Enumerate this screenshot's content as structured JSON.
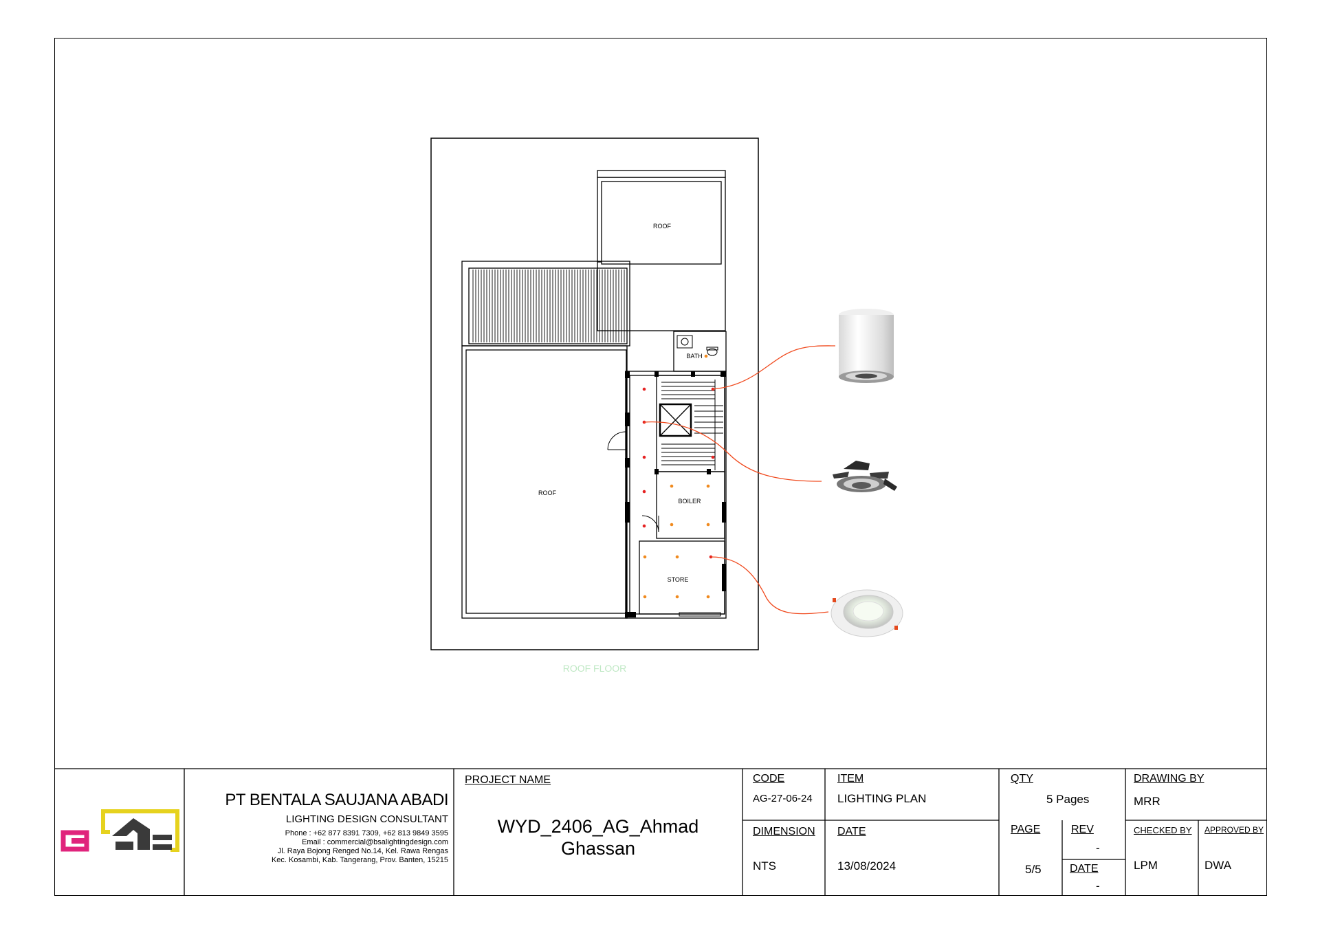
{
  "plan": {
    "caption": "ROOF FLOOR",
    "rooms": {
      "roof_top": "ROOF",
      "roof_main": "ROOF",
      "bath": "BATH",
      "boiler": "BOILER",
      "store": "STORE"
    }
  },
  "colors": {
    "line": "#000000",
    "leader": "#f04a1e",
    "fixture_dot_red": "#e52222",
    "fixture_dot_orange": "#f08a1e",
    "caption": "#bfe8c4",
    "logo_magenta": "#e0247c",
    "logo_yellow": "#e6d21e",
    "logo_dark": "#3a3a3a"
  },
  "company": {
    "name": "PT BENTALA SAUJANA ABADI",
    "subtitle": "LIGHTING DESIGN CONSULTANT",
    "phone": "Phone : +62 877 8391 7309, +62 813 9849 3595",
    "email": "Email : commercial@bsalightingdesign.com",
    "address1": "Jl. Raya Bojong Renged No.14, Kel. Rawa Rengas",
    "address2": "Kec. Kosambi, Kab. Tangerang, Prov. Banten, 15215"
  },
  "title_block": {
    "project_label": "PROJECT NAME",
    "project_name_line1": "WYD_2406_AG_Ahmad",
    "project_name_line2": "Ghassan",
    "code_label": "CODE",
    "code_value": "AG-27-06-24",
    "item_label": "ITEM",
    "item_value": "LIGHTING PLAN",
    "qty_label": "QTY",
    "qty_value": "5 Pages",
    "drawing_by_label": "DRAWING BY",
    "drawing_by_value": "MRR",
    "dimension_label": "DIMENSION",
    "dimension_value": "NTS",
    "date_label": "DATE",
    "date_value": "13/08/2024",
    "page_label": "PAGE",
    "page_value": "5/5",
    "rev_label": "REV",
    "rev_value": "-",
    "date2_label": "DATE",
    "date2_value": "-",
    "checked_by_label": "CHECKED BY",
    "checked_by_value": "LPM",
    "approved_by_label": "APPROVED BY",
    "approved_by_value": "DWA"
  },
  "fixtures": [
    {
      "name": "surface-cylinder-downlight-icon"
    },
    {
      "name": "recessed-adjustable-spotlight-icon"
    },
    {
      "name": "recessed-downlight-icon"
    }
  ]
}
